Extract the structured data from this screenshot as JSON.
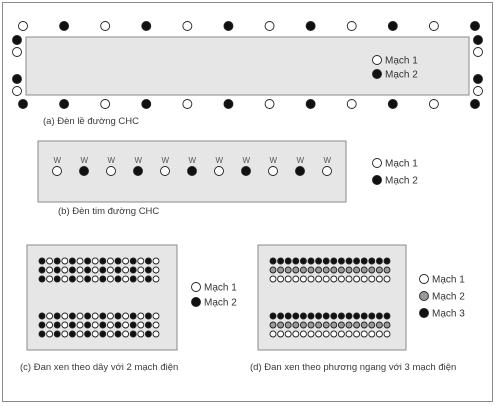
{
  "circuit_colors": {
    "circuit_1": "#ffffff",
    "circuit_2": "#111111",
    "circuit_3": "#9a9a9a"
  },
  "surface_color": "#e6e6e6",
  "panel_a": {
    "caption": "(a)  Đèn lề đường CHC",
    "legend": [
      {
        "label": "Mạch 1",
        "circuit": "circuit_1"
      },
      {
        "label": "Mạch 2",
        "circuit": "circuit_2"
      }
    ],
    "top_row": [
      "circuit_1",
      "circuit_2",
      "circuit_1",
      "circuit_2",
      "circuit_1",
      "circuit_2",
      "circuit_1",
      "circuit_2",
      "circuit_1",
      "circuit_2",
      "circuit_1",
      "circuit_2"
    ],
    "bottom_row": [
      "circuit_2",
      "circuit_2",
      "circuit_1",
      "circuit_2",
      "circuit_1",
      "circuit_2",
      "circuit_1",
      "circuit_2",
      "circuit_1",
      "circuit_2",
      "circuit_1",
      "circuit_2"
    ],
    "left_end": [
      "circuit_2",
      "circuit_1",
      "circuit_2",
      "circuit_1"
    ],
    "right_end": [
      "circuit_2",
      "circuit_1",
      "circuit_2",
      "circuit_1"
    ]
  },
  "panel_b": {
    "caption": "(b)  Đèn tim đường CHC",
    "lamp_mark": "W",
    "lights": [
      "circuit_1",
      "circuit_2",
      "circuit_1",
      "circuit_2",
      "circuit_1",
      "circuit_2",
      "circuit_1",
      "circuit_2",
      "circuit_1",
      "circuit_2",
      "circuit_1"
    ],
    "legend": [
      {
        "label": "Mạch 1",
        "circuit": "circuit_1"
      },
      {
        "label": "Mạch 2",
        "circuit": "circuit_2"
      }
    ]
  },
  "panel_c": {
    "caption": "(c)  Đan xen theo dây với 2 mạch điện",
    "row_pattern": [
      "circuit_2",
      "circuit_1",
      "circuit_2",
      "circuit_1",
      "circuit_2",
      "circuit_1",
      "circuit_2",
      "circuit_1",
      "circuit_2",
      "circuit_1",
      "circuit_2",
      "circuit_1",
      "circuit_2",
      "circuit_1",
      "circuit_2",
      "circuit_1"
    ],
    "legend": [
      {
        "label": "Mạch 1",
        "circuit": "circuit_1"
      },
      {
        "label": "Mạch 2",
        "circuit": "circuit_2"
      }
    ]
  },
  "panel_d": {
    "caption": "(d)  Đan xen theo phương ngang với 3 mạch điện",
    "row_circuits": [
      "circuit_2",
      "circuit_3",
      "circuit_1",
      "circuit_2",
      "circuit_3",
      "circuit_1"
    ],
    "legend": [
      {
        "label": "Mạch 1",
        "circuit": "circuit_1"
      },
      {
        "label": "Mạch 2",
        "circuit": "circuit_3"
      },
      {
        "label": "Mạch 3",
        "circuit": "circuit_2"
      }
    ]
  }
}
